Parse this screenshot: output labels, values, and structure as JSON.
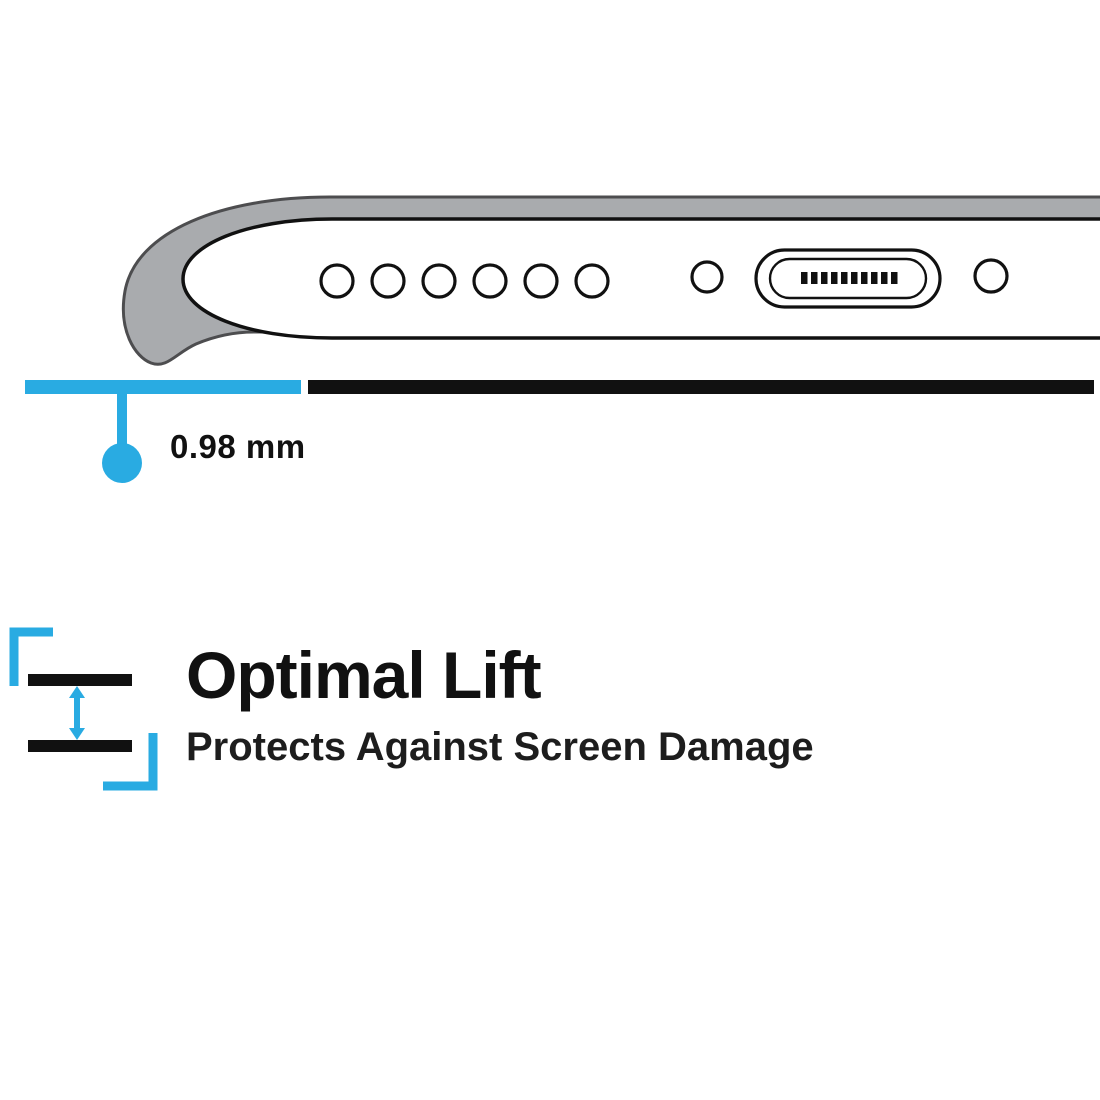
{
  "colors": {
    "accent": "#29ABE2",
    "ink": "#111111",
    "case": "#A9ABAE",
    "caseline": "#4D4D4F",
    "paper": "#FFFFFF"
  },
  "measurement": {
    "label": "0.98 mm"
  },
  "feature": {
    "title": "Optimal Lift",
    "subtitle": "Protects Against Screen Damage"
  },
  "icons": {
    "phone_illustration": "phone-bottom-edge-in-case-side-view",
    "lift_height_icon": "screen-bars-with-vertical-double-arrow-and-corner-brackets"
  }
}
